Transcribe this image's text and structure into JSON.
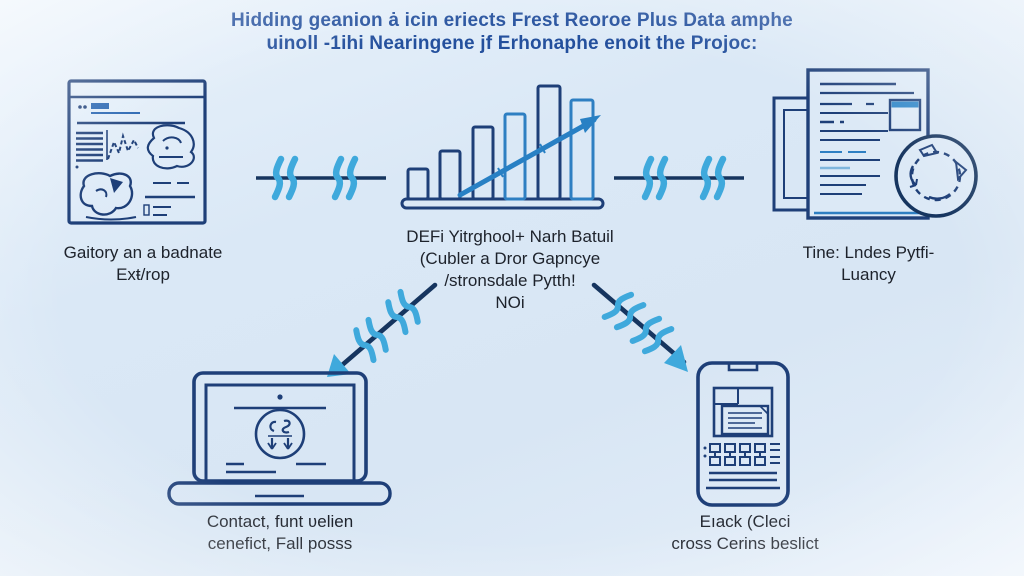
{
  "title": {
    "line1": "Hidding geanion ȧ icin eriects Frest Reoroe Plus Data amphe",
    "line2": "uinoll -1ihi Nearingene jf Erhonaphe enoit the Projoc:"
  },
  "nodes": {
    "sketch": {
      "icon": "browser-sketch-icon",
      "label1": "Gaitory an a badnate",
      "label2": "Exŧ/rop"
    },
    "chart": {
      "icon": "bar-chart-icon",
      "label1": "DEFi Yitrghool+ Narh Batuil",
      "label2": "(Cubler a Dror Gapncye",
      "label3": "/stronsdale Pytth!",
      "label4": "NOi"
    },
    "documents": {
      "icon": "documents-sync-icon",
      "label1": "Tine: Lndes Pytfi-",
      "label2": "Luancy"
    },
    "laptop": {
      "icon": "laptop-icon",
      "label1": "Contact, funt ʋelien",
      "label2": "cenefict, Fall posss"
    },
    "phone": {
      "icon": "phone-icon",
      "label1": "Eıack (Cleci",
      "label2": "cross Cerins beslict"
    }
  },
  "connectors": {
    "left_horizontal": "hatched-line",
    "right_horizontal": "hatched-line",
    "down_left": "hatched-arrow-down-left",
    "down_right": "hatched-arrow-down-right"
  },
  "colors": {
    "background": "#dae8f6",
    "navy_stroke": "#1e3f78",
    "dark_line": "#16355f",
    "title_blue": "#24509d",
    "accent_light": "#3fa9dc",
    "accent_mid": "#2e7fc2",
    "label_text": "#1d222b"
  }
}
